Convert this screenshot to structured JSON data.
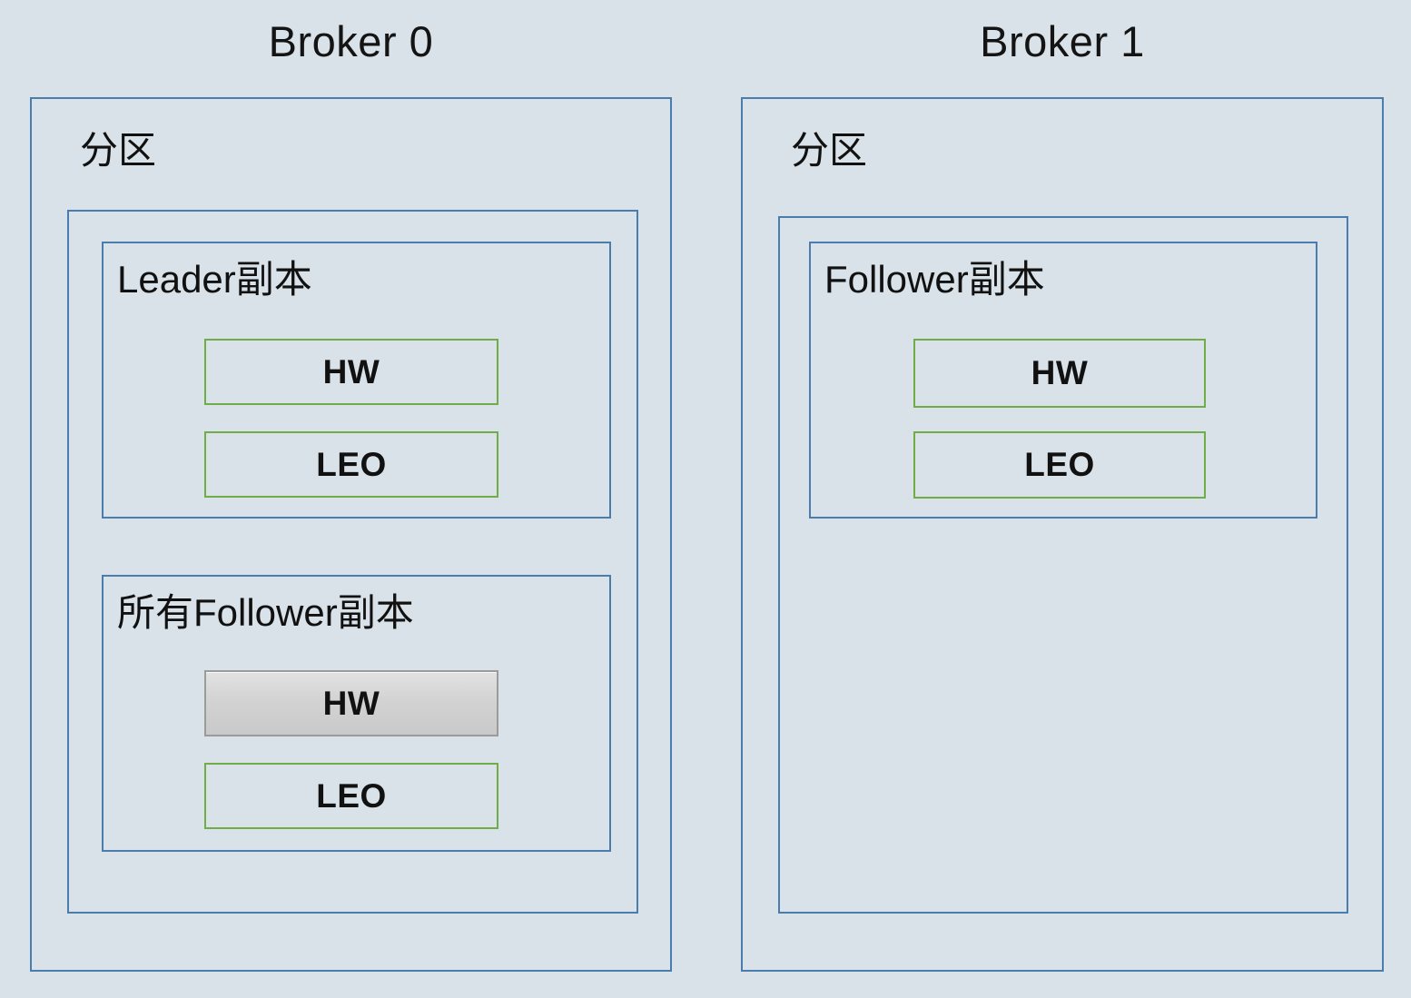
{
  "diagram": {
    "background_color": "#D9E2E8",
    "border_color": "#4A7CAD",
    "green_color": "#70AD47",
    "gray_color": "#9B9B9B"
  },
  "brokers": [
    {
      "title": "Broker 0",
      "partition_label": "分区",
      "replicas": [
        {
          "label": "Leader副本",
          "chips": [
            {
              "label": "HW",
              "style": "green"
            },
            {
              "label": "LEO",
              "style": "green"
            }
          ]
        },
        {
          "label": "所有Follower副本",
          "chips": [
            {
              "label": "HW",
              "style": "gray"
            },
            {
              "label": "LEO",
              "style": "green"
            }
          ]
        }
      ]
    },
    {
      "title": "Broker 1",
      "partition_label": "分区",
      "replicas": [
        {
          "label": "Follower副本",
          "chips": [
            {
              "label": "HW",
              "style": "green"
            },
            {
              "label": "LEO",
              "style": "green"
            }
          ]
        }
      ]
    }
  ]
}
